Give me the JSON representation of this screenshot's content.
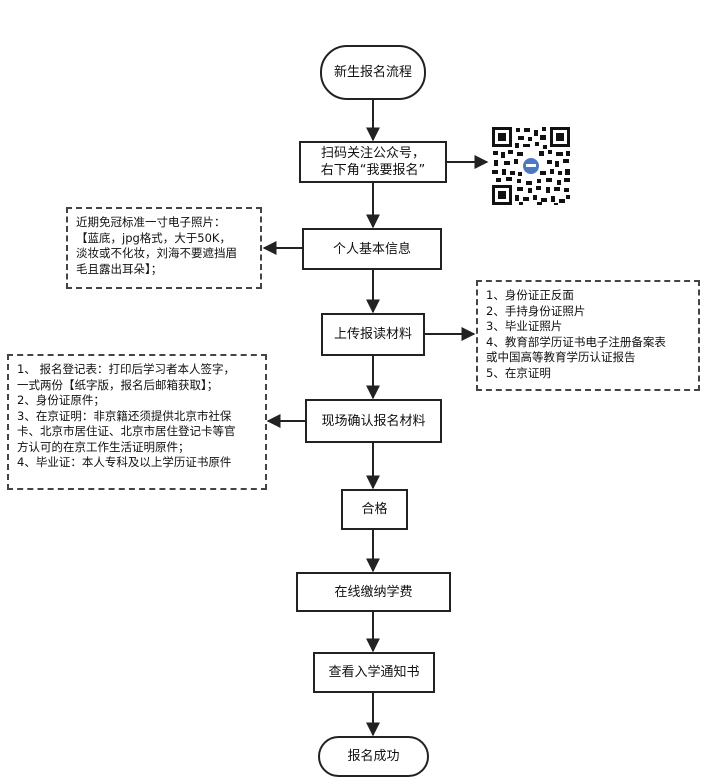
{
  "flow": {
    "start": "新生报名流程",
    "scan": [
      "扫码关注公众号，",
      "右下角“我要报名”"
    ],
    "basic_info": "个人基本信息",
    "upload": "上传报读材料",
    "confirm": "现场确认报名材料",
    "pass": "合格",
    "pay": "在线缴纳学费",
    "notice": "查看入学通知书",
    "end": "报名成功"
  },
  "notes": {
    "photo": [
      "近期免冠标准一寸电子照片：",
      "【蓝底，jpg格式，大于50K，",
      "淡妆或不化妆，刘海不要遮挡眉",
      "毛且露出耳朵】；"
    ],
    "upload_materials": [
      "1、身份证正反面",
      "2、手持身份证照片",
      "3、毕业证照片",
      "4、教育部学历证书电子注册备案表",
      "或中国高等教育学历认证报告",
      "5、在京证明"
    ],
    "onsite_materials": [
      "1、 报名登记表：打印后学习者本人签字，",
      "一式两份【纸字版，报名后邮箱获取】；",
      "2、身份证原件；",
      "3、在京证明：非京籍还须提供北京市社保",
      "卡、北京市居住证、北京市居住登记卡等官",
      "方认可的在京工作生活证明原件；",
      "4、毕业证：本人专科及以上学历证书原件"
    ]
  },
  "qr_code": {
    "icon": "qr-code-icon",
    "center_color": "#4a78c2"
  },
  "colors": {
    "line": "#222222",
    "text": "#111111"
  }
}
